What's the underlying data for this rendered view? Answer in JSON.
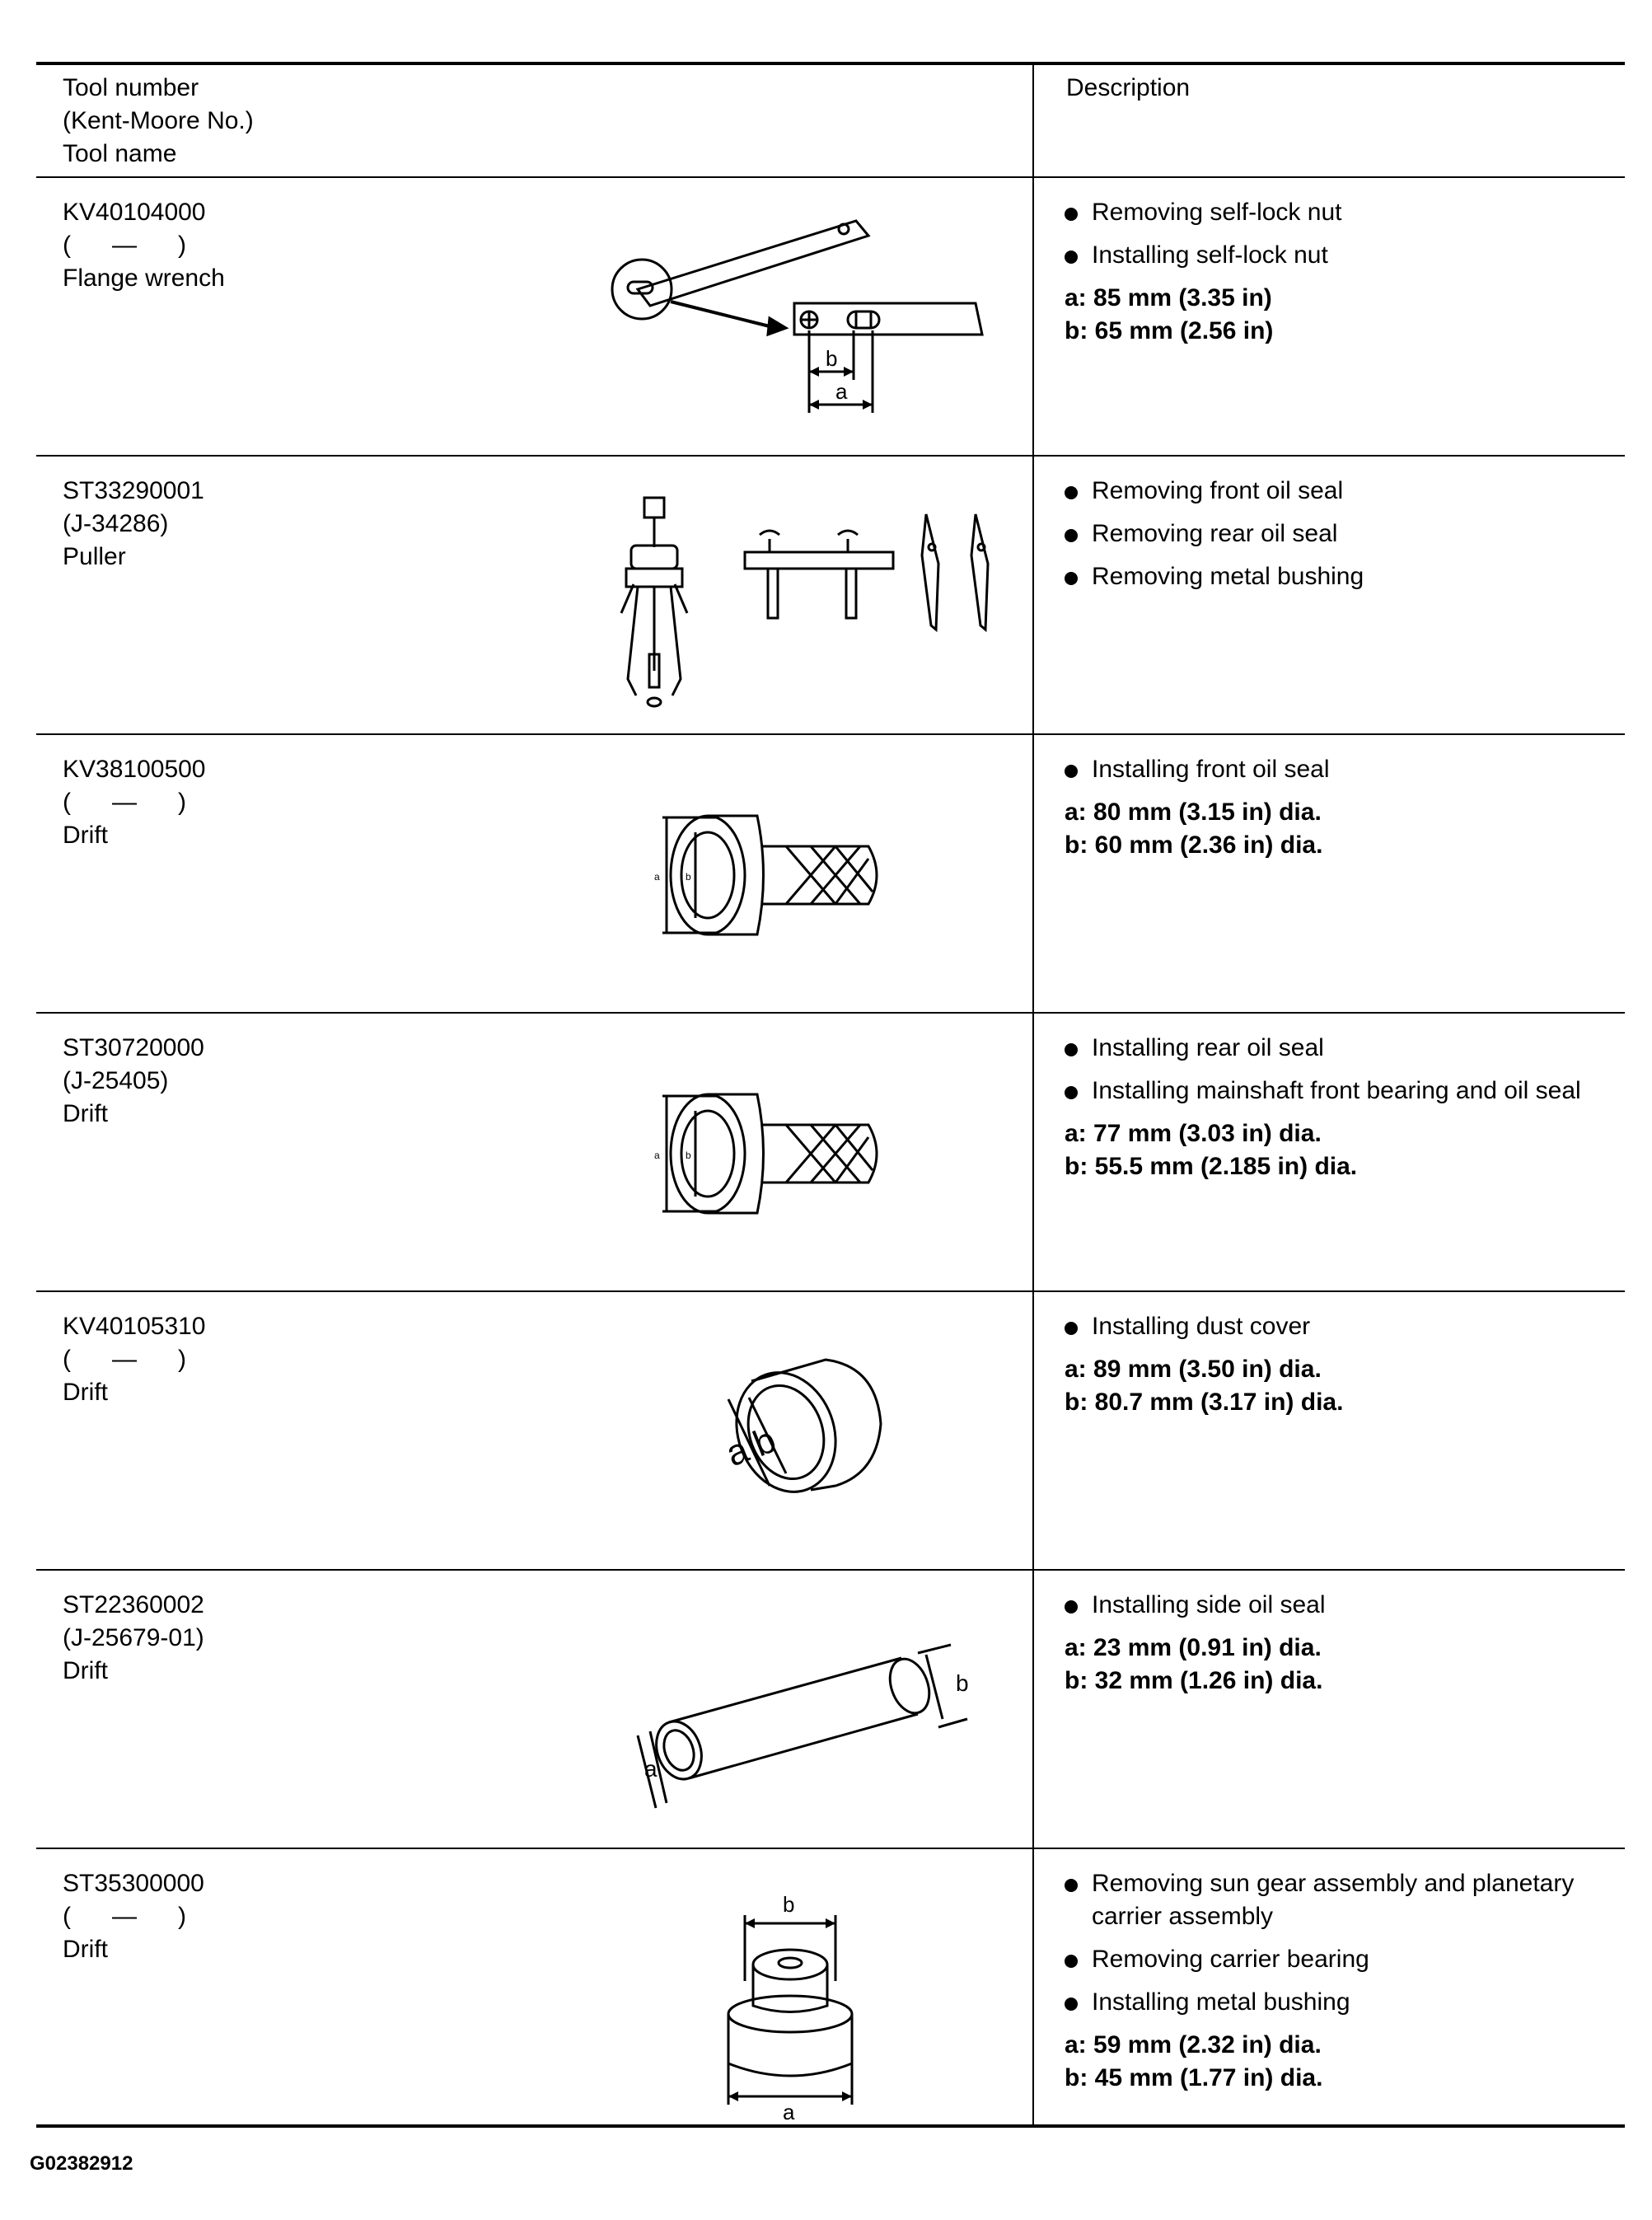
{
  "header": {
    "tool_lines": [
      "Tool number",
      "(Kent-Moore No.)",
      "Tool name"
    ],
    "description": "Description"
  },
  "tools": [
    {
      "number": "KV40104000",
      "kent_moore": "(      —      )",
      "name": "Flange wrench",
      "uses": [
        "Removing self-lock nut",
        "Installing self-lock nut"
      ],
      "specs": [
        "a: 85 mm (3.35 in)",
        "b: 65 mm (2.56 in)"
      ],
      "labels": [
        "a",
        "b"
      ]
    },
    {
      "number": "ST33290001",
      "kent_moore": "(J-34286)",
      "name": "Puller",
      "uses": [
        "Removing front oil seal",
        "Removing rear oil seal",
        "Removing metal bushing"
      ],
      "specs": []
    },
    {
      "number": "KV38100500",
      "kent_moore": "(      —      )",
      "name": "Drift",
      "uses": [
        "Installing front oil seal"
      ],
      "specs": [
        "a: 80 mm (3.15 in) dia.",
        "b: 60 mm (2.36 in) dia."
      ],
      "labels": [
        "a",
        "b"
      ]
    },
    {
      "number": "ST30720000",
      "kent_moore": "(J-25405)",
      "name": "Drift",
      "uses": [
        "Installing rear oil seal",
        "Installing mainshaft front bearing and oil seal"
      ],
      "specs": [
        "a: 77 mm (3.03 in) dia.",
        "b: 55.5 mm (2.185 in) dia."
      ],
      "labels": [
        "a",
        "b"
      ]
    },
    {
      "number": "KV40105310",
      "kent_moore": "(      —      )",
      "name": "Drift",
      "uses": [
        "Installing dust cover"
      ],
      "specs": [
        "a: 89 mm (3.50 in) dia.",
        "b: 80.7 mm (3.17 in) dia."
      ],
      "labels": [
        "a",
        "b"
      ]
    },
    {
      "number": "ST22360002",
      "kent_moore": "(J-25679-01)",
      "name": "Drift",
      "uses": [
        "Installing side oil seal"
      ],
      "specs": [
        "a: 23 mm (0.91 in) dia.",
        "b: 32 mm (1.26 in) dia."
      ],
      "labels": [
        "a",
        "b"
      ]
    },
    {
      "number": "ST35300000",
      "kent_moore": "(      —      )",
      "name": "Drift",
      "uses": [
        "Removing sun gear assembly and planetary carrier assembly",
        "Removing carrier bearing",
        "Installing metal bushing"
      ],
      "specs": [
        "a: 59 mm (2.32 in) dia.",
        "b: 45 mm (1.77 in) dia."
      ],
      "labels": [
        "a",
        "b"
      ]
    }
  ],
  "footer": {
    "code": "G02382912"
  }
}
